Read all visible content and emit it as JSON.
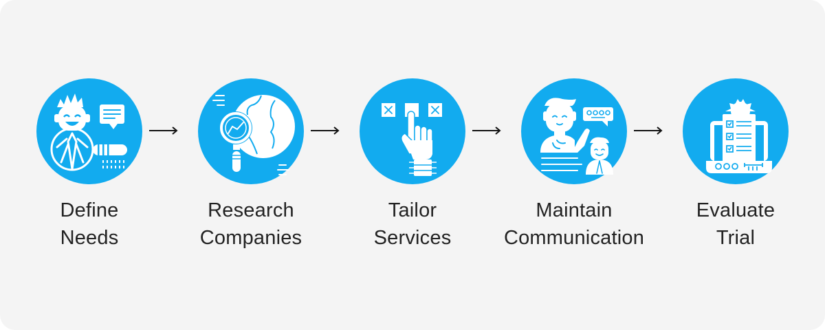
{
  "diagram": {
    "type": "process-flow",
    "direction": "left-to-right",
    "colors": {
      "panel_background": "#f4f4f4",
      "circle_fill": "#12abef",
      "icon_color": "#ffffff",
      "label_color": "#222222",
      "arrow_color": "#111111"
    },
    "steps": [
      {
        "line1": "Define",
        "line2": "Needs",
        "icon": "person-magnifier-chat-icon"
      },
      {
        "line1": "Research",
        "line2": "Companies",
        "icon": "globe-magnifier-chart-icon"
      },
      {
        "line1": "Tailor",
        "line2": "Services",
        "icon": "hand-select-option-icon"
      },
      {
        "line1": "Maintain",
        "line2": "Communication",
        "icon": "people-conversation-icon"
      },
      {
        "line1": "Evaluate",
        "line2": "Trial",
        "icon": "laptop-checklist-gear-icon"
      }
    ],
    "connectors": [
      {
        "from": 0,
        "to": 1,
        "icon": "arrow-right-icon"
      },
      {
        "from": 1,
        "to": 2,
        "icon": "arrow-right-icon"
      },
      {
        "from": 2,
        "to": 3,
        "icon": "arrow-right-icon"
      },
      {
        "from": 3,
        "to": 4,
        "icon": "arrow-right-icon"
      }
    ]
  }
}
